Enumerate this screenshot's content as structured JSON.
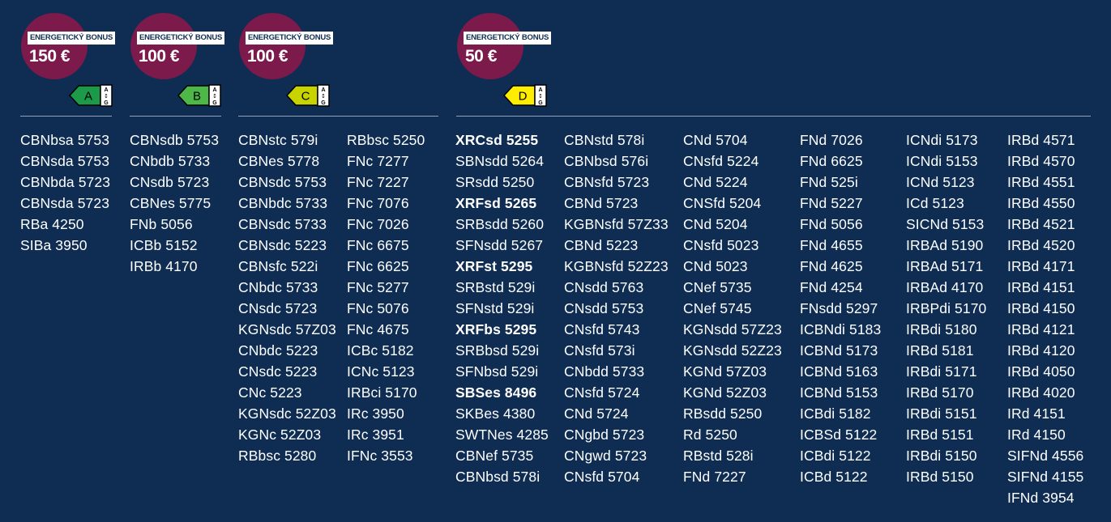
{
  "groups": [
    {
      "bonus": {
        "tag": "ENERGETICKÝ BONUS",
        "amount": "150 €"
      },
      "energy_class": {
        "letter": "A",
        "scale_top": "A",
        "scale_bottom": "G",
        "color": "#1c9a4a"
      },
      "columns": [
        [
          "CBNbsa 5753",
          "CBNsda 5753",
          "CBNbda 5723",
          "CBNsda 5723",
          "RBa 4250",
          "SIBa 3950"
        ]
      ]
    },
    {
      "bonus": {
        "tag": "ENERGETICKÝ BONUS",
        "amount": "100 €"
      },
      "energy_class": {
        "letter": "B",
        "scale_top": "A",
        "scale_bottom": "G",
        "color": "#4db848"
      },
      "columns": [
        [
          "CBNsdb 5753",
          "CNbdb 5733",
          "CNsdb 5723",
          "CBNes 5775",
          "FNb 5056",
          "ICBb 5152",
          "IRBb 4170"
        ]
      ]
    },
    {
      "bonus": {
        "tag": "ENERGETICKÝ BONUS",
        "amount": "100 €"
      },
      "energy_class": {
        "letter": "C",
        "scale_top": "A",
        "scale_bottom": "G",
        "color": "#c8d400"
      },
      "columns": [
        [
          "CBNstc 579i",
          "CBNes 5778",
          "CBNsdc 5753",
          "CBNbdc 5733",
          "CBNsdc 5733",
          "CBNsdc 5223",
          "CBNsfc 522i",
          "CNbdc 5733",
          "CNsdc 5723",
          "KGNsdc 57Z03",
          "CNbdc 5223",
          "CNsdc 5223",
          "CNc 5223",
          "KGNsdc 52Z03",
          "KGNc 52Z03",
          "RBbsc 5280"
        ],
        [
          "RBbsc 5250",
          "FNc 7277",
          "FNc 7227",
          "FNc 7076",
          "FNc 7026",
          "FNc 6675",
          "FNc 6625",
          "FNc 5277",
          "FNc 5076",
          "FNc 4675",
          "ICBc 5182",
          "ICNc 5123",
          "IRBci 5170",
          "IRc 3950",
          "IRc 3951",
          "IFNc 3553"
        ]
      ]
    },
    {
      "bonus": {
        "tag": "ENERGETICKÝ BONUS",
        "amount": "50 €"
      },
      "energy_class": {
        "letter": "D",
        "scale_top": "A",
        "scale_bottom": "G",
        "color": "#ffed00"
      },
      "bold_items": [
        "XRCsd 5255",
        "XRFsd 5265",
        "XRFst 5295",
        "XRFbs 5295",
        "SBSes 8496"
      ],
      "columns": [
        [
          "XRCsd 5255",
          "SBNsdd 5264",
          "SRsdd 5250",
          "XRFsd 5265",
          "SRBsdd 5260",
          "SFNsdd 5267",
          "XRFst 5295",
          "SRBstd 529i",
          "SFNstd 529i",
          "XRFbs 5295",
          "SRBbsd 529i",
          "SFNbsd 529i",
          "SBSes 8496",
          "SKBes 4380",
          "SWTNes 4285",
          "CBNef 5735",
          "CBNbsd 578i"
        ],
        [
          "CBNstd 578i",
          "CBNbsd 576i",
          "CBNsfd 5723",
          "CBNd 5723",
          "KGBNsfd 57Z33",
          "CBNd 5223",
          "KGBNsfd 52Z23",
          "CNsdd 5763",
          "CNsdd 5753",
          "CNsfd 5743",
          "CNsfd 573i",
          "CNbdd 5733",
          "CNsfd 5724",
          "CNd 5724",
          "CNgbd 5723",
          "CNgwd 5723",
          "CNsfd 5704"
        ],
        [
          "CNd 5704",
          "CNsfd 5224",
          "CNd 5224",
          "CNSfd 5204",
          "CNd 5204",
          "CNsfd 5023",
          "CNd 5023",
          "CNef 5735",
          "CNef 5745",
          "KGNsdd 57Z23",
          "KGNsdd 52Z23",
          "KGNd 57Z03",
          "KGNd 52Z03",
          "RBsdd 5250",
          "Rd 5250",
          "RBstd 528i",
          "FNd 7227"
        ],
        [
          "FNd 7026",
          "FNd 6625",
          "FNd 525i",
          "FNd 5227",
          "FNd 5056",
          "FNd 4655",
          "FNd 4625",
          "FNd 4254",
          "FNsdd 5297",
          "ICBNdi 5183",
          "ICBNd 5173",
          "ICBNd 5163",
          "ICBNd 5153",
          "ICBdi 5182",
          "ICBSd 5122",
          "ICBdi 5122",
          "ICBd 5122"
        ],
        [
          "ICNdi 5173",
          "ICNdi 5153",
          "ICNd 5123",
          "ICd 5123",
          "SICNd 5153",
          "IRBAd 5190",
          "IRBAd 5171",
          "IRBAd 4170",
          "IRBPdi 5170",
          "IRBdi 5180",
          "IRBd 5181",
          "IRBdi 5171",
          "IRBd 5170",
          "IRBdi 5151",
          "IRBd 5151",
          "IRBdi 5150",
          "IRBd 5150"
        ],
        [
          "IRBd 4571",
          "IRBd 4570",
          "IRBd 4551",
          "IRBd 4550",
          "IRBd 4521",
          "IRBd 4520",
          "IRBd 4171",
          "IRBd 4151",
          "IRBd 4150",
          "IRBd 4121",
          "IRBd 4120",
          "IRBd 4050",
          "IRBd 4020",
          "IRd 4151",
          "IRd 4150",
          "SIFNd 4556",
          "SIFNd 4155",
          "IFNd 3954"
        ]
      ]
    }
  ]
}
